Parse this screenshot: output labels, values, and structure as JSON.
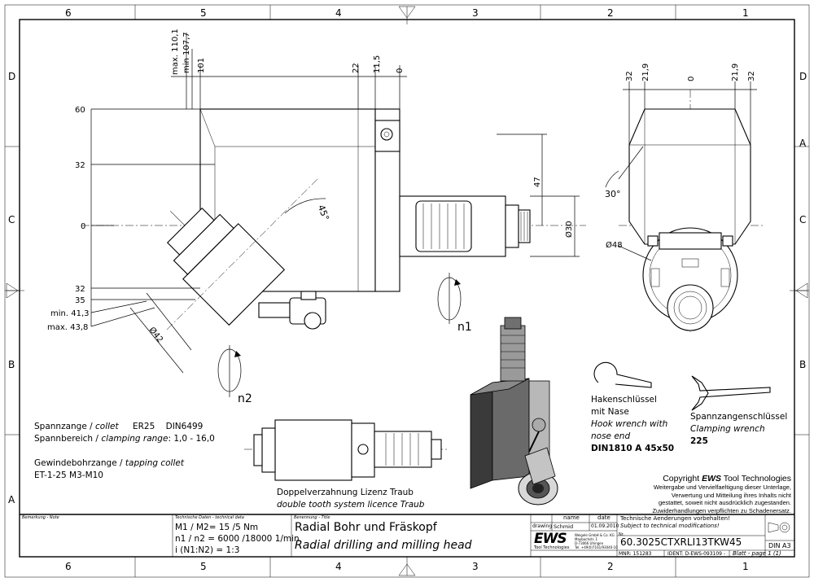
{
  "frame": {
    "cols": [
      "6",
      "5",
      "4",
      "3",
      "2",
      "1"
    ],
    "rows": [
      "D",
      "C",
      "B",
      "A"
    ]
  },
  "side_view": {
    "top_dims": [
      "max. 110,1",
      "min 107,7",
      "101",
      "22",
      "11,5",
      "0"
    ],
    "left_dims": [
      "60",
      "32",
      "0",
      "32",
      "35",
      "min. 41,3",
      "max. 43,8"
    ],
    "angle": "45°",
    "dim_47": "47",
    "dim_d30": "Ø30",
    "dim_d42": "Ø42",
    "n1": "n1",
    "n2": "n2"
  },
  "front_view": {
    "top_dims": [
      "32",
      "21,9",
      "0",
      "21,9",
      "32"
    ],
    "angle": "30°",
    "dim_d48": "Ø48"
  },
  "specs": {
    "collet_line": [
      "Spannzange / ",
      "collet",
      "ER25",
      "DIN6499"
    ],
    "range_line": [
      "Spannbereich / ",
      "clamping range",
      ": 1,0 - 16,0"
    ],
    "tap_line": [
      "Gewindebohrzange / ",
      "tapping collet"
    ],
    "tap_value": "ET-1-25   M3-M10"
  },
  "traub": {
    "line1": "Doppelverzahnung Lizenz Traub",
    "line2": "double tooth system licence Traub"
  },
  "hook": {
    "l1": "Hakenschlüssel",
    "l2": "mit Nase",
    "l3": "Hook wrench with",
    "l4": "nose end",
    "l5": "DIN1810  A  45x50"
  },
  "clamp": {
    "l1": "Spannzangenschlüssel",
    "l2": "Clamping wrench",
    "l3": "225"
  },
  "copyright": {
    "title_pre": "Copyright ",
    "title_brand": "EWS",
    "title_post": " Tool Technologies",
    "l1": "Weitergabe und Vervielfaeltigung dieser Unterlage,",
    "l2": "Verwertung und Mitteilung ihres Inhalts nicht",
    "l3": "gestattet, soweit nicht ausdrücklich zugestanden.",
    "l4": "Zuwiderhandlungen verpflichten zu Schadenersatz."
  },
  "titleblock": {
    "bemerkung": "Bemerkung - Note",
    "tech_label": "Technische Daten - technical data",
    "m_line": "M1 / M2= 15  /5     Nm",
    "n_line": "n1 / n2 = 6000 /18000 1/min",
    "i_line": "i (N1:N2)  = 1:3",
    "ben_label": "Benennung - Title",
    "title_de": "Radial Bohr und Fräskopf",
    "title_en": "Radial drilling and milling head",
    "col_name": "name",
    "col_date": "date",
    "row_drawing": "drawing",
    "drawer": "Schmid",
    "drawing_date": "01.09.2010",
    "ews_logo": "EWS",
    "ews_sub": "Tool Technologies",
    "address1": "Weigele GmbH & Co. KG",
    "address2": "Maybachstr. 1",
    "address3": "D-73066 Uhingen",
    "address4": "Tel. +49(0)7161/93040-10",
    "changes1": "Technische Aenderungen vorbehalten!",
    "changes2": "Subject to technical modifications!",
    "nr_label": "Nr.",
    "part_no": "60.3025CTXRLI13TKW45",
    "mnr": "MNR: 151283",
    "ident": "IDENT: D-EWS-093109 -",
    "blatt": "Blatt - page  1 (1)",
    "din": "DIN A3"
  }
}
